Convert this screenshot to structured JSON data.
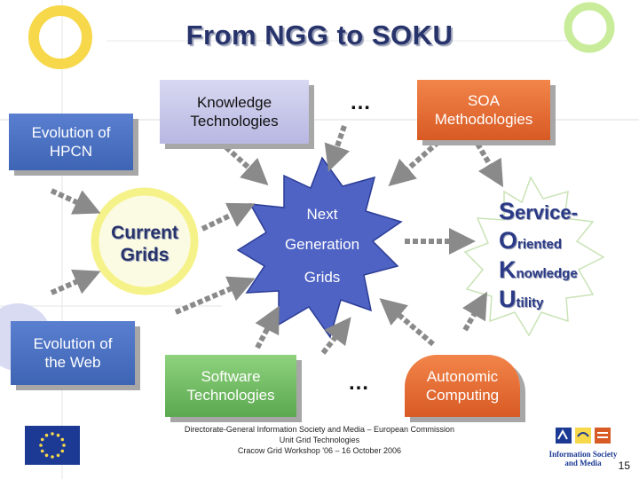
{
  "slide": {
    "title": "From NGG to SOKU",
    "boxes": {
      "hpcn": "Evolution of HPCN",
      "knowledge": "Knowledge Technologies",
      "soa": "SOA Methodologies",
      "web": "Evolution of the Web",
      "software": "Software Technologies",
      "autonomic": "Autonomic Computing"
    },
    "current_grids": "Current Grids",
    "ellipsis_top": "…",
    "ellipsis_bottom": "…",
    "next_grids": {
      "line1": "Next",
      "line2": "Generation",
      "line3": "Grids"
    },
    "soku": {
      "s_big": "S",
      "s_rest": "ervice-",
      "o_big": "O",
      "o_rest": "riented",
      "k_big": "K",
      "k_rest": "nowledge",
      "u_big": "U",
      "u_rest": "tility"
    },
    "footer": {
      "line1": "Directorate-General Information Society and Media – European Commission",
      "line2": "Unit Grid Technologies",
      "line3": "Cracow Grid Workshop '06 – 16 October 2006"
    },
    "logo_text": "Information Society and Media",
    "page_number": "15"
  },
  "colors": {
    "title": "#27336b",
    "ring_yellow": "#f7d84a",
    "ring_green": "#c8ec9a",
    "star_fill": "#4f63c4",
    "eu_blue": "#1c3a94"
  }
}
